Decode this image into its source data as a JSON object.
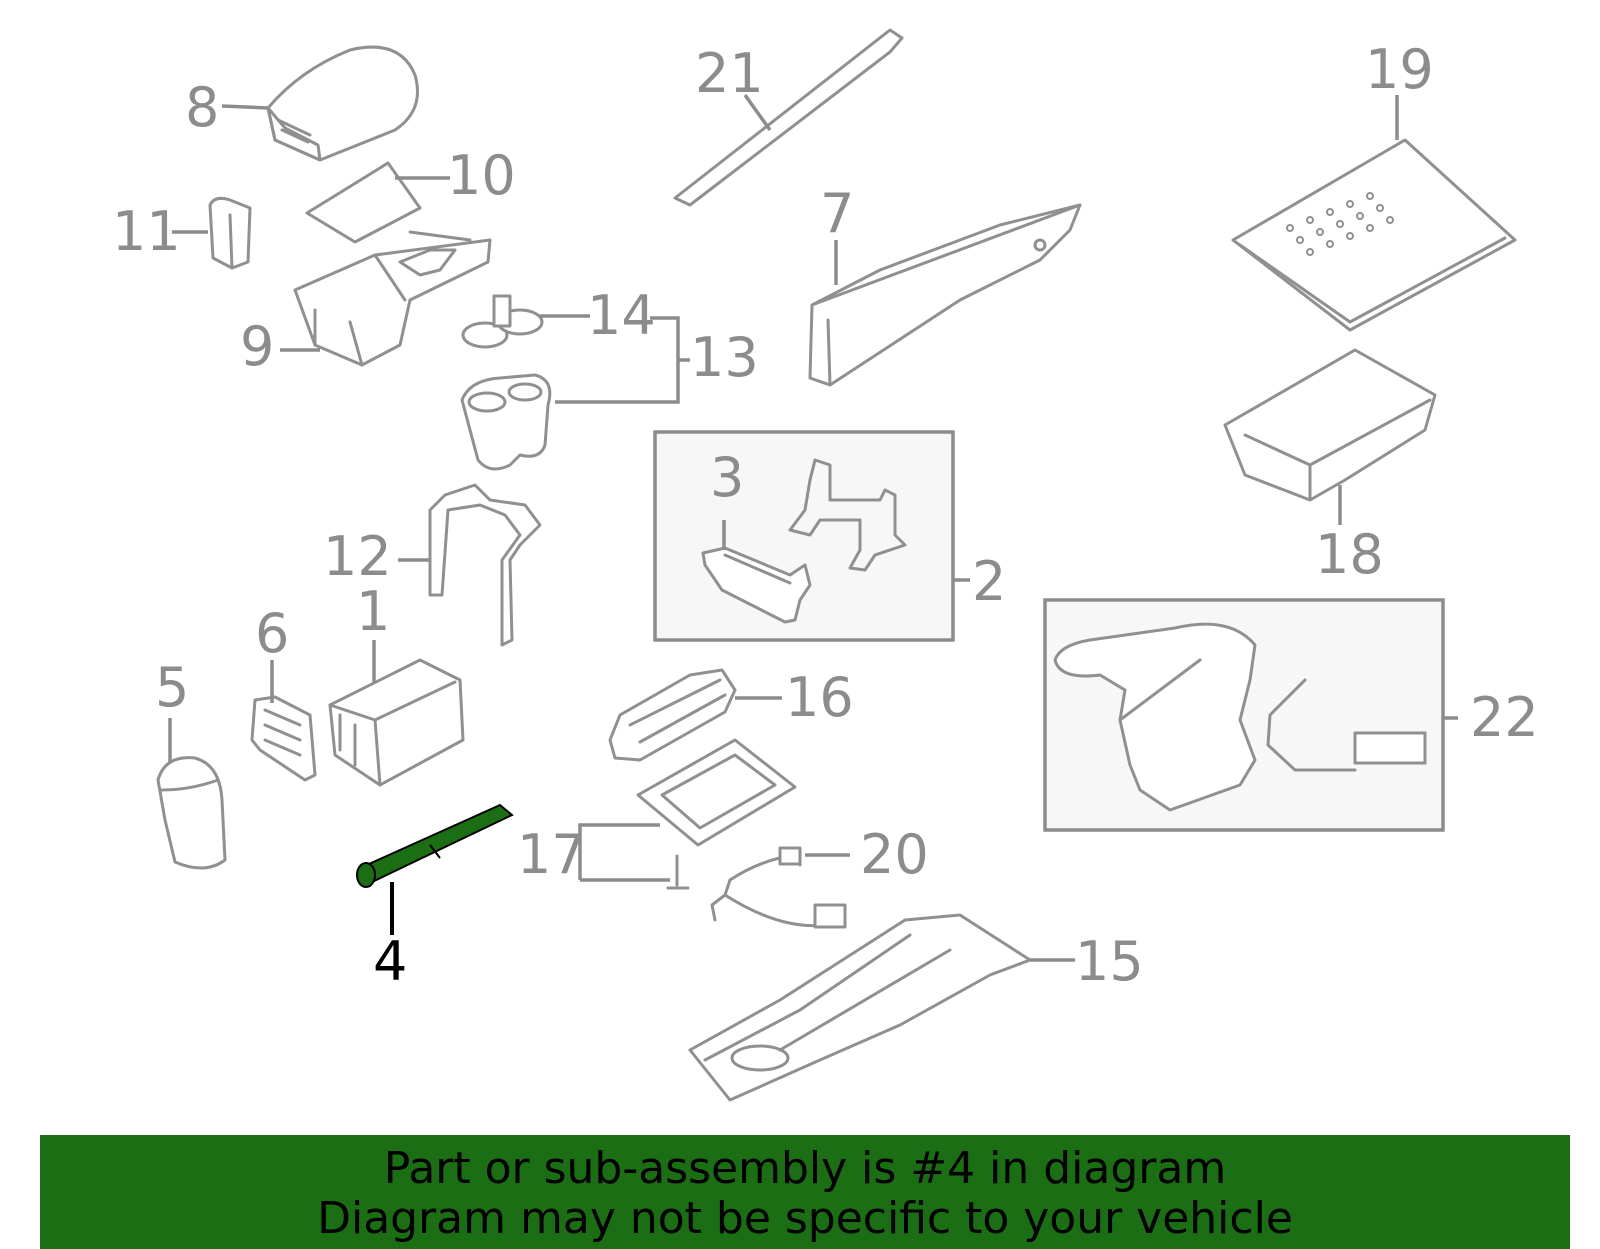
{
  "diagram": {
    "highlight_color": "#1b6e14",
    "highlighted_part": "4",
    "callouts": [
      {
        "id": "1",
        "label": "1"
      },
      {
        "id": "2",
        "label": "2"
      },
      {
        "id": "3",
        "label": "3"
      },
      {
        "id": "4",
        "label": "4"
      },
      {
        "id": "5",
        "label": "5"
      },
      {
        "id": "6",
        "label": "6"
      },
      {
        "id": "7",
        "label": "7"
      },
      {
        "id": "8",
        "label": "8"
      },
      {
        "id": "9",
        "label": "9"
      },
      {
        "id": "10",
        "label": "10"
      },
      {
        "id": "11",
        "label": "11"
      },
      {
        "id": "12",
        "label": "12"
      },
      {
        "id": "13",
        "label": "13"
      },
      {
        "id": "14",
        "label": "14"
      },
      {
        "id": "15",
        "label": "15"
      },
      {
        "id": "16",
        "label": "16"
      },
      {
        "id": "17",
        "label": "17"
      },
      {
        "id": "18",
        "label": "18"
      },
      {
        "id": "19",
        "label": "19"
      },
      {
        "id": "20",
        "label": "20"
      },
      {
        "id": "21",
        "label": "21"
      },
      {
        "id": "22",
        "label": "22"
      }
    ]
  },
  "banner": {
    "line1": "Part or sub-assembly is #4 in diagram",
    "line2": "Diagram may not be specific to your vehicle",
    "background": "#1b6e14"
  }
}
